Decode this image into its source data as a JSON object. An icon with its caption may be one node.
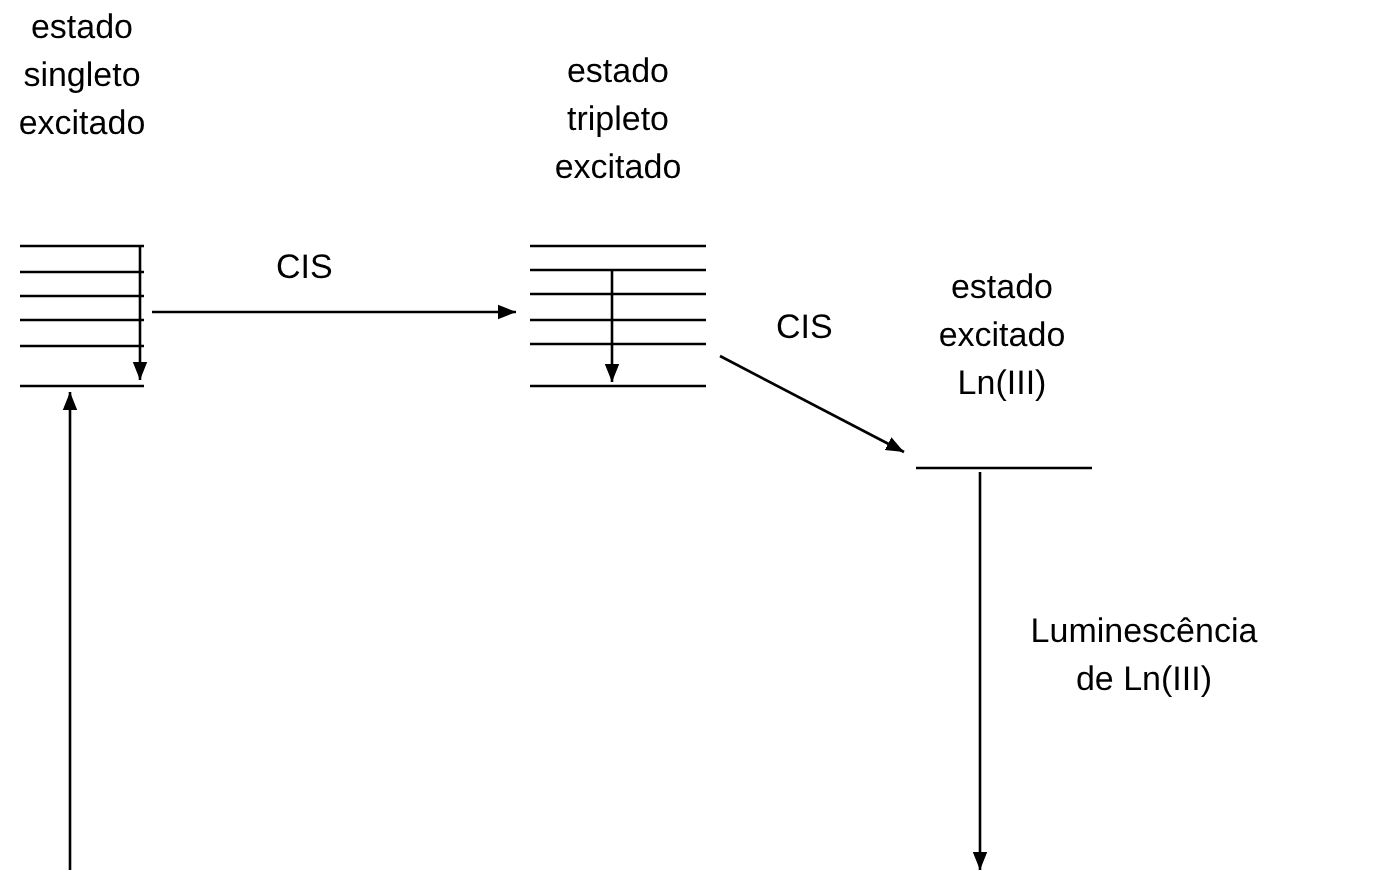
{
  "diagram": {
    "nodes": [
      {
        "text": [
          "estado singleto excitado"
        ]
      },
      {
        "text": [
          "estado tripleto excitado"
        ]
      },
      {
        "text": [
          "estado excitado Ln(III)"
        ]
      }
    ],
    "edges": [
      {
        "from": null,
        "to": 0,
        "arrow": "to"
      },
      {
        "from": 0,
        "to": 1,
        "arrow": "to",
        "label": "CIS"
      },
      {
        "from": 1,
        "to": 2,
        "arrow": "to",
        "label": "CIS"
      },
      {
        "from": 2,
        "to": null,
        "arrow": "to",
        "label": "Luminescência de Ln(III)"
      }
    ]
  }
}
